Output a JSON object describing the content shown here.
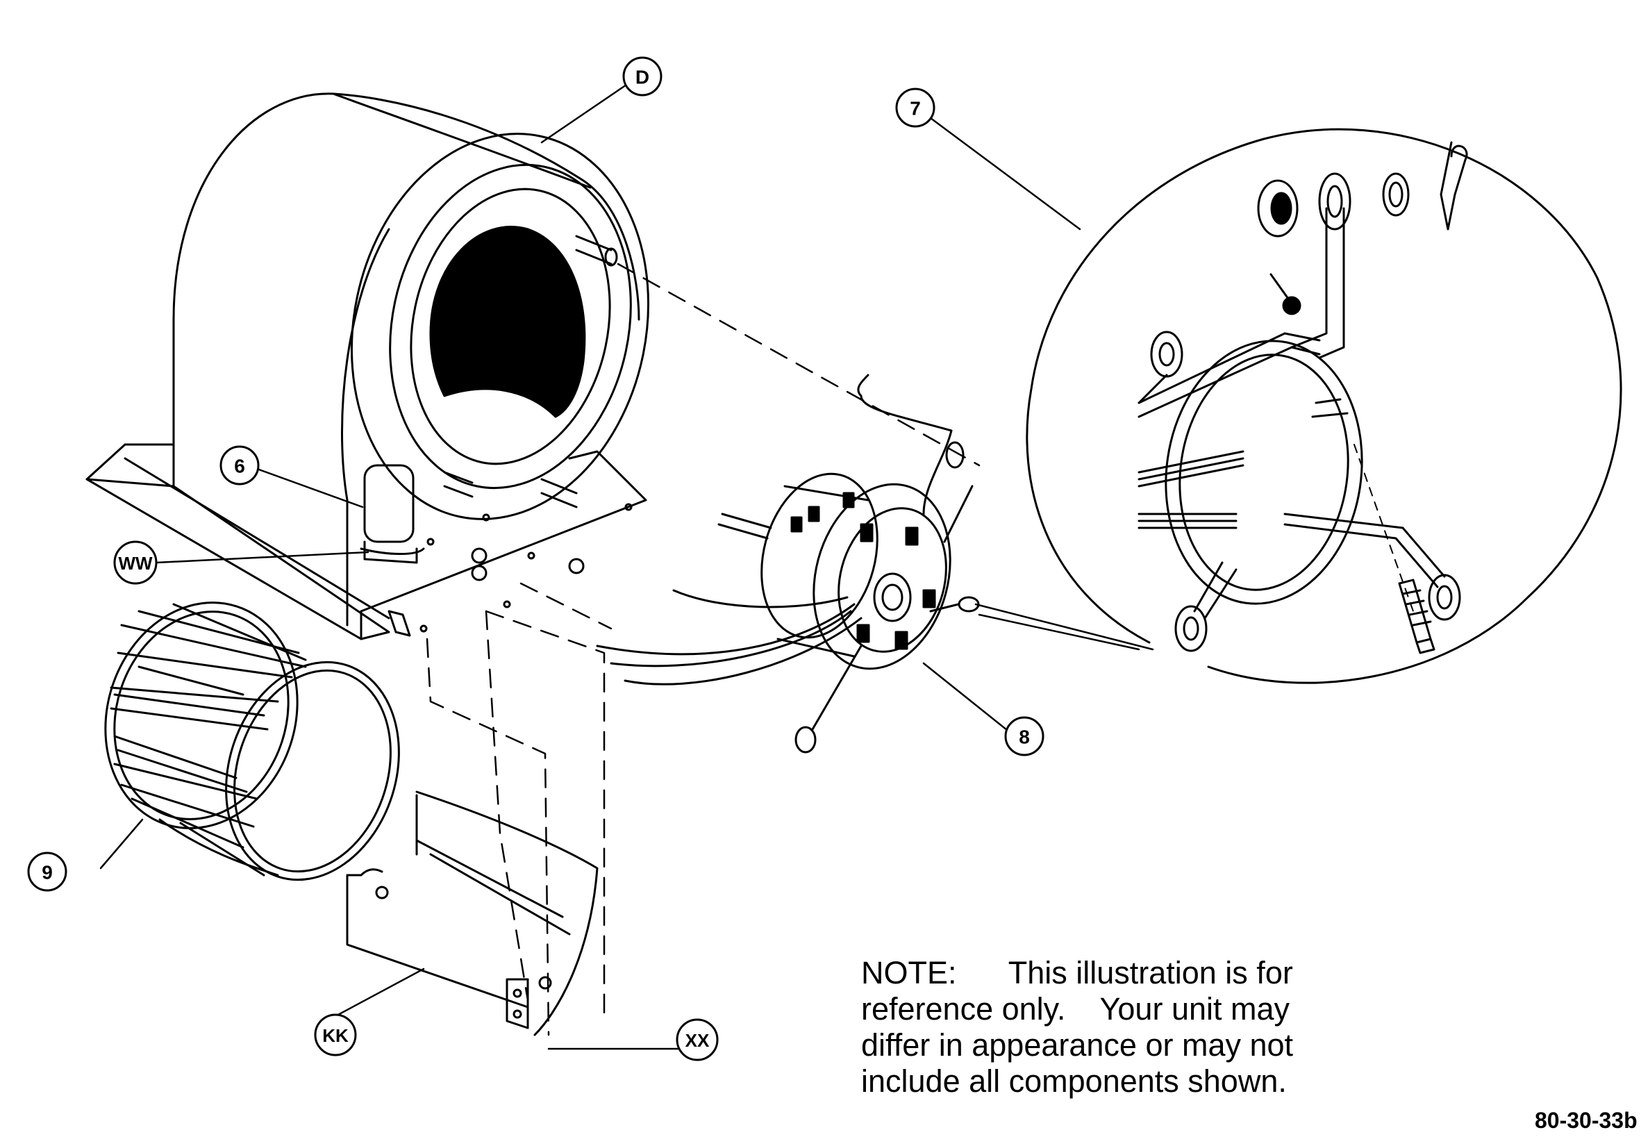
{
  "callouts": {
    "D": "D",
    "7": "7",
    "6": "6",
    "WW": "WW",
    "8": "8",
    "9": "9",
    "KK": "KK",
    "XX": "XX"
  },
  "note": {
    "line1": "NOTE:      This illustration is for",
    "line2": "reference only.    Your unit may",
    "line3": "differ in appearance or may not",
    "line4": "include all components shown."
  },
  "figure_code": "80-30-33b"
}
